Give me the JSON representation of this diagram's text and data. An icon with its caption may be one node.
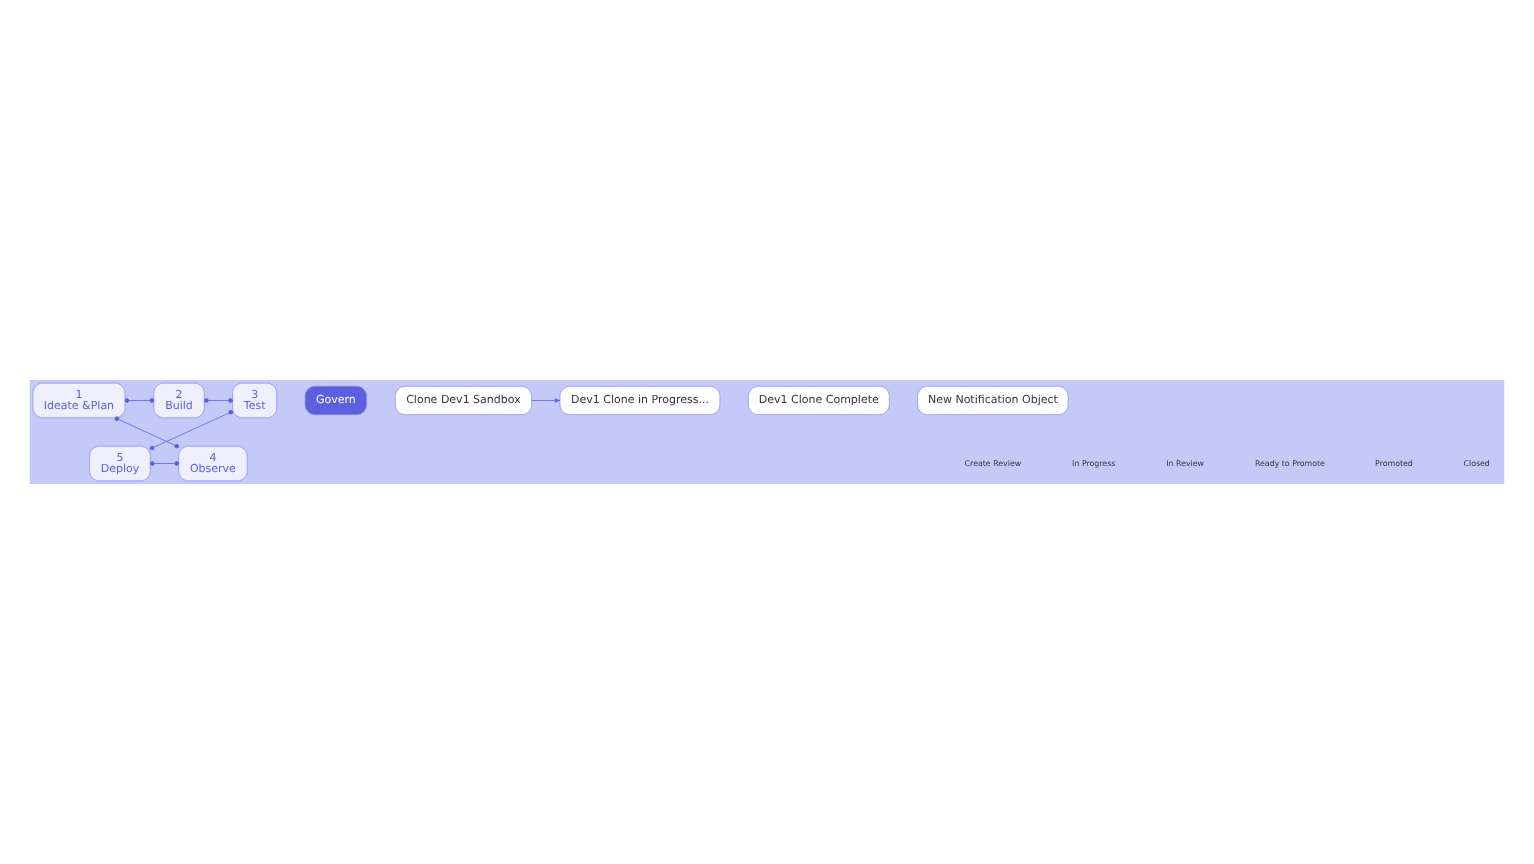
{
  "diagram": {
    "nodes": [
      {
        "text": [
          "1",
          "Ideate &Plan"
        ]
      },
      {
        "text": [
          "2",
          "Build"
        ]
      },
      {
        "text": [
          "3",
          "Test"
        ]
      },
      {
        "text": [
          "4",
          "Observe"
        ]
      },
      {
        "text": [
          "5",
          "Deploy"
        ]
      },
      {
        "text": [
          "Govern"
        ]
      },
      {
        "text": [
          "Clone Dev1 Sandbox"
        ]
      },
      {
        "text": [
          "Dev1 Clone in Progress..."
        ]
      },
      {
        "text": [
          "Dev1 Clone Complete"
        ]
      },
      {
        "text": [
          "New Notification Object"
        ]
      }
    ],
    "edges": [
      {
        "from": 0,
        "to": 1,
        "arrow": "other"
      },
      {
        "from": 1,
        "to": 2,
        "arrow": "other"
      },
      {
        "from": 2,
        "to": 4,
        "arrow": "other"
      },
      {
        "from": 4,
        "to": 3,
        "arrow": "other"
      },
      {
        "from": 3,
        "to": 0,
        "arrow": "other"
      },
      {
        "from": 6,
        "to": 7,
        "arrow": "to"
      }
    ],
    "labels": [
      "Create Review",
      "In Progress",
      "In Review",
      "Ready to Promote",
      "Promoted",
      "Closed"
    ]
  }
}
